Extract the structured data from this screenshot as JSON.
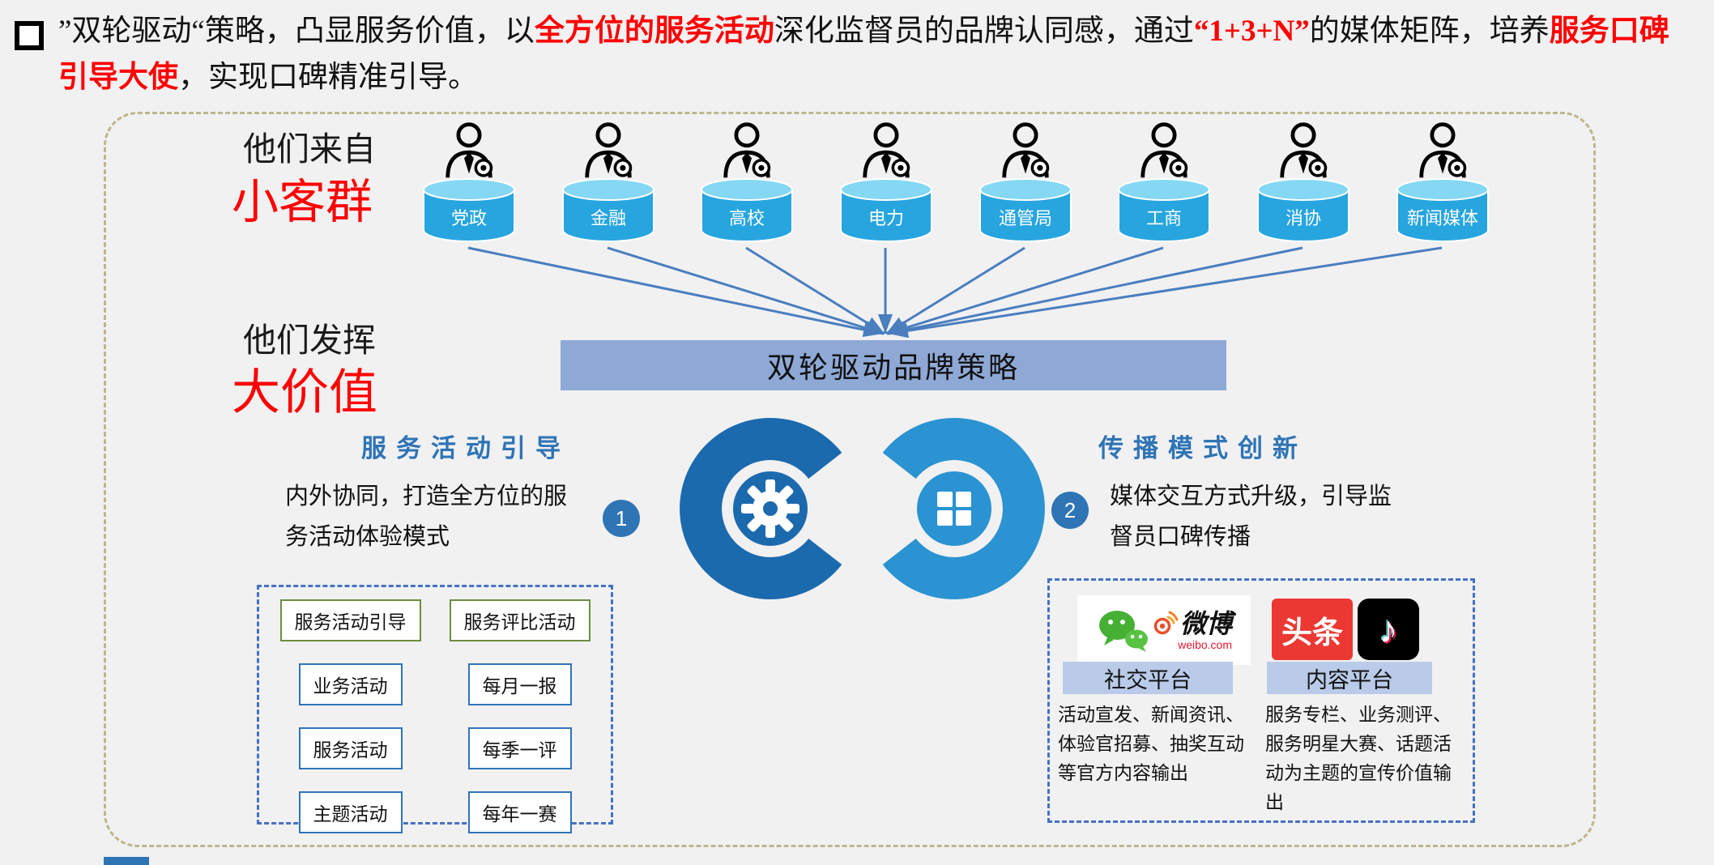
{
  "heading": {
    "seg1": "”双轮驱动“策略，凸显服务价值，以",
    "seg2": "全方位的服务活动",
    "seg3": "深化监督员的品牌认同感，通过",
    "seg4": "“1+3+N”",
    "seg5": "的媒体矩阵，培养",
    "seg6": "服务口碑引导大使",
    "seg7": "，实现口碑精准引导。"
  },
  "audience": {
    "from_label": "他们来自",
    "from_value": "小客群",
    "play_label": "他们发挥",
    "play_value": "大价值"
  },
  "sources": [
    "党政",
    "金融",
    "高校",
    "电力",
    "通管局",
    "工商",
    "消协",
    "新闻媒体"
  ],
  "banner": {
    "title": "双轮驱动品牌策略"
  },
  "left_section": {
    "title": "服务活动引导",
    "number": "1",
    "desc": "内外协同，打造全方位的服务活动体验模式",
    "box": {
      "r1c1": "服务活动引导",
      "r1c2": "服务评比活动",
      "r2c1": "业务活动",
      "r2c2": "每月一报",
      "r3c1": "服务活动",
      "r3c2": "每季一评",
      "r4c1": "主题活动",
      "r4c2": "每年一赛"
    }
  },
  "right_section": {
    "title": "传播模式创新",
    "number": "2",
    "desc": "媒体交互方式升级，引导监督员口碑传播",
    "logos": {
      "weibo": "微博",
      "weibo_url": "weibo.com",
      "toutiao": "头条",
      "tiktok_note": "♪"
    },
    "platforms": {
      "social": {
        "label": "社交平台",
        "desc": "活动宣发、新闻资讯、体验官招募、抽奖互动等官方内容输出"
      },
      "content": {
        "label": "内容平台",
        "desc": "服务专栏、业务测评、服务明星大赛、话题活动为主题的宣传价值输出"
      }
    }
  },
  "colors": {
    "accent_blue": "#2f74b5",
    "red": "#ff0000",
    "cylinder_blue": "#27a5df",
    "banner_bg": "#8fa9d6"
  }
}
